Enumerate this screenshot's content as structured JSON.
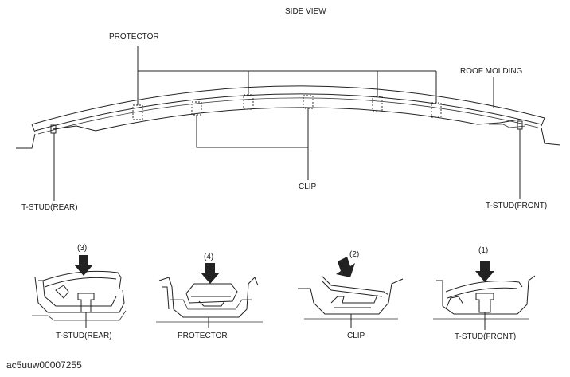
{
  "header": {
    "title": "SIDE VIEW"
  },
  "side_view": {
    "protector_label": "PROTECTOR",
    "roof_molding_label": "ROOF MOLDING",
    "clip_label": "CLIP",
    "tstud_rear_label": "T-STUD(REAR)",
    "tstud_front_label": "T-STUD(FRONT)"
  },
  "details": [
    {
      "number": "(3)",
      "label": "T-STUD(REAR)"
    },
    {
      "number": "(4)",
      "label": "PROTECTOR"
    },
    {
      "number": "(2)",
      "label": "CLIP"
    },
    {
      "number": "(1)",
      "label": "T-STUD(FRONT)"
    }
  ],
  "footer": {
    "code": "ac5uuw00007255"
  },
  "colors": {
    "line": "#222222",
    "background": "#ffffff"
  }
}
